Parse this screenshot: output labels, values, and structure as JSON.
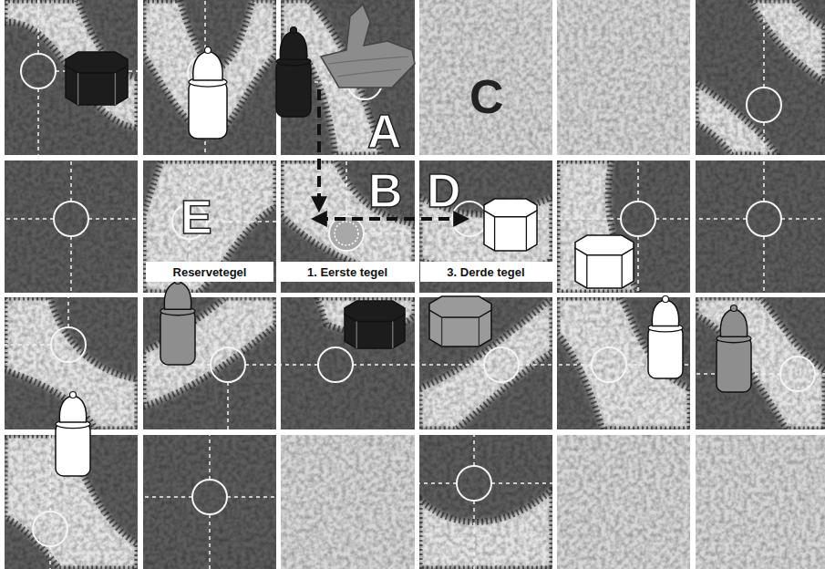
{
  "diagram": {
    "nodes": [
      {
        "text": [
          "Reservetegel"
        ]
      },
      {
        "text": [
          "1. Eerste tegel"
        ]
      },
      {
        "text": [
          "3. Derde tegel"
        ]
      }
    ],
    "labels": [
      "A",
      "B",
      "C",
      "D",
      "E"
    ]
  }
}
